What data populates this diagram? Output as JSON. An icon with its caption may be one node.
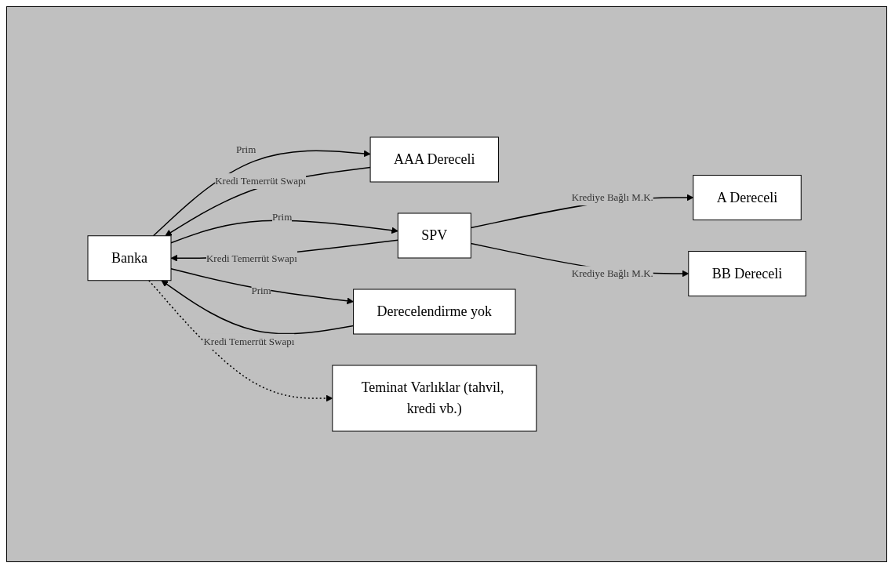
{
  "diagram": {
    "nodes": [
      {
        "text": [
          "Banka"
        ]
      },
      {
        "text": [
          "AAA Dereceli"
        ]
      },
      {
        "text": [
          "SPV"
        ]
      },
      {
        "text": [
          "A Dereceli"
        ]
      },
      {
        "text": [
          "BB Dereceli"
        ]
      },
      {
        "text": [
          "Derecelendirme yok"
        ]
      },
      {
        "text": [
          "Teminat Varlıklar (tahvil, kredi vb.)"
        ]
      }
    ],
    "edges": [
      {
        "from": 0,
        "to": 1,
        "arrow": "to",
        "label": "Prim"
      },
      {
        "from": 1,
        "to": 0,
        "arrow": "to",
        "label": "Kredi Temerrüt Swapı"
      },
      {
        "from": 0,
        "to": 2,
        "arrow": "to",
        "label": "Prim"
      },
      {
        "from": 2,
        "to": 0,
        "arrow": "to",
        "label": "Kredi Temerrüt Swapı"
      },
      {
        "from": 2,
        "to": 3,
        "arrow": "to",
        "label": "Krediye Bağlı M.K."
      },
      {
        "from": 2,
        "to": 4,
        "arrow": "to",
        "label": "Krediye Bağlı M.K."
      },
      {
        "from": 0,
        "to": 5,
        "arrow": "to",
        "label": "Prim"
      },
      {
        "from": 5,
        "to": 0,
        "arrow": "to",
        "label": "Kredi Temerrüt Swapı"
      },
      {
        "from": 0,
        "to": 6,
        "arrow": "to",
        "style": "dashed"
      }
    ]
  }
}
